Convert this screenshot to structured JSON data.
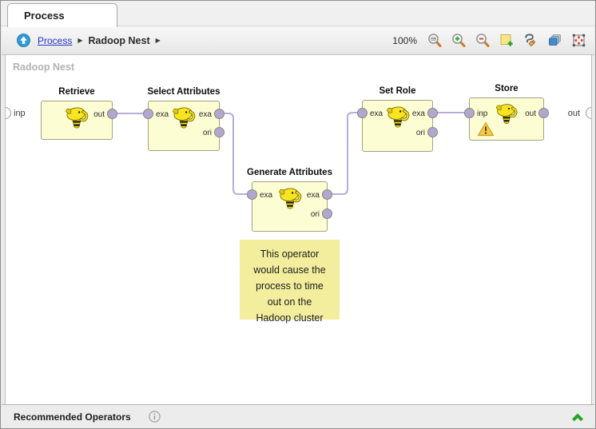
{
  "tab": {
    "label": "Process"
  },
  "breadcrumb": {
    "home_link": "Process",
    "current": "Radoop Nest",
    "separator": "▶"
  },
  "toolbar": {
    "zoom_level": "100%",
    "icons": [
      {
        "name": "zoom-actual-size-icon"
      },
      {
        "name": "zoom-in-icon"
      },
      {
        "name": "zoom-out-icon"
      },
      {
        "name": "add-note-icon"
      },
      {
        "name": "auto-wire-icon"
      },
      {
        "name": "arrange-panels-icon"
      },
      {
        "name": "fit-to-view-icon"
      }
    ]
  },
  "canvas": {
    "label": "Radoop Nest",
    "edge_ports": {
      "input": "inp",
      "output": "out"
    },
    "operators": [
      {
        "name": "Retrieve",
        "inputs": [],
        "outputs": [
          "out"
        ],
        "has_warning": false
      },
      {
        "name": "Select Attributes",
        "inputs": [
          "exa"
        ],
        "outputs": [
          "exa",
          "ori"
        ],
        "has_warning": false
      },
      {
        "name": "Generate Attributes",
        "inputs": [
          "exa"
        ],
        "outputs": [
          "exa",
          "ori"
        ],
        "has_warning": false
      },
      {
        "name": "Set Role",
        "inputs": [
          "exa"
        ],
        "outputs": [
          "exa",
          "ori"
        ],
        "has_warning": false
      },
      {
        "name": "Store",
        "inputs": [
          "inp"
        ],
        "outputs": [
          "out"
        ],
        "has_warning": true
      }
    ],
    "note": {
      "lines": [
        "This operator",
        "would cause the",
        "process to time",
        "out on the",
        "Hadoop cluster"
      ],
      "text": "This operator would cause the process to time out on the Hadoop cluster"
    }
  },
  "bottom_bar": {
    "title": "Recommended Operators"
  },
  "colors": {
    "link_blue": "#2632d0",
    "operator_fill": "#fdfdd4",
    "operator_border": "#a2a284",
    "note_fill": "#f2ee9d",
    "connection": "#b7addc",
    "port_fill": "#b2a6d2",
    "canvas_label_gray": "#b3b3b3",
    "green_arrow": "#21a621",
    "warning_yellow": "#f7c944"
  }
}
